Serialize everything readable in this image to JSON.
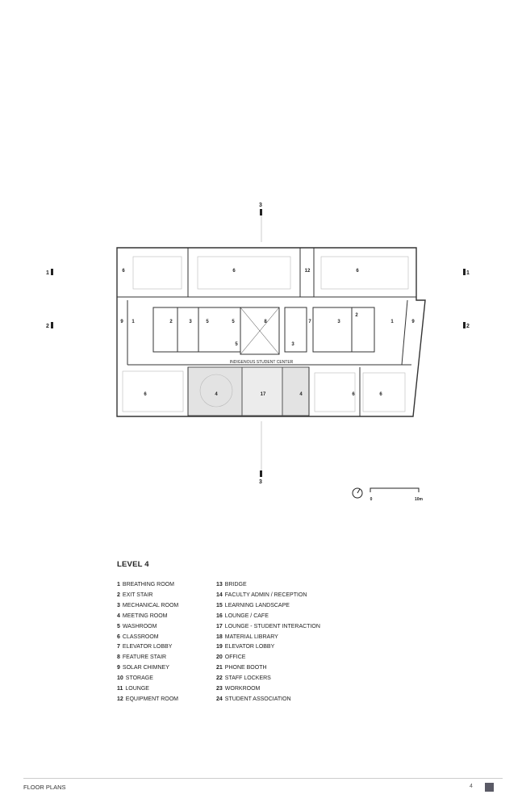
{
  "plan": {
    "section_markers": {
      "top": "3",
      "bottom": "3",
      "left_1": "1",
      "left_2": "2",
      "right_1": "1",
      "right_2": "2"
    },
    "center_label": "INDIGENOUS STUDENT CENTER",
    "room_numbers": {
      "top": [
        "6",
        "6",
        "12",
        "6"
      ],
      "middle": [
        "9",
        "1",
        "2",
        "3",
        "5",
        "5",
        "8",
        "5",
        "7",
        "3",
        "3",
        "2",
        "1",
        "9"
      ],
      "bottom": [
        "6",
        "4",
        "17",
        "4",
        "6",
        "6"
      ]
    },
    "scale": {
      "start": "0",
      "end": "10m"
    }
  },
  "legend": {
    "title": "LEVEL 4",
    "col1": [
      {
        "n": "1",
        "label": "BREATHING ROOM"
      },
      {
        "n": "2",
        "label": "EXIT STAIR"
      },
      {
        "n": "3",
        "label": "MECHANICAL ROOM"
      },
      {
        "n": "4",
        "label": "MEETING ROOM"
      },
      {
        "n": "5",
        "label": "WASHROOM"
      },
      {
        "n": "6",
        "label": "CLASSROOM"
      },
      {
        "n": "7",
        "label": "ELEVATOR LOBBY"
      },
      {
        "n": "8",
        "label": "FEATURE STAIR"
      },
      {
        "n": "9",
        "label": "SOLAR CHIMNEY"
      },
      {
        "n": "10",
        "label": "STORAGE"
      },
      {
        "n": "11",
        "label": "LOUNGE"
      },
      {
        "n": "12",
        "label": "EQUIPMENT ROOM"
      }
    ],
    "col2": [
      {
        "n": "13",
        "label": "BRIDGE"
      },
      {
        "n": "14",
        "label": "FACULTY ADMIN / RECEPTION"
      },
      {
        "n": "15",
        "label": "LEARNING LANDSCAPE"
      },
      {
        "n": "16",
        "label": "LOUNGE / CAFE"
      },
      {
        "n": "17",
        "label": "LOUNGE - STUDENT INTERACTION"
      },
      {
        "n": "18",
        "label": "MATERIAL LIBRARY"
      },
      {
        "n": "19",
        "label": "ELEVATOR LOBBY"
      },
      {
        "n": "20",
        "label": "OFFICE"
      },
      {
        "n": "21",
        "label": "PHONE BOOTH"
      },
      {
        "n": "22",
        "label": "STAFF LOCKERS"
      },
      {
        "n": "23",
        "label": "WORKROOM"
      },
      {
        "n": "24",
        "label": "STUDENT ASSOCIATION"
      }
    ]
  },
  "footer": {
    "section": "FLOOR PLANS",
    "page": "4"
  }
}
